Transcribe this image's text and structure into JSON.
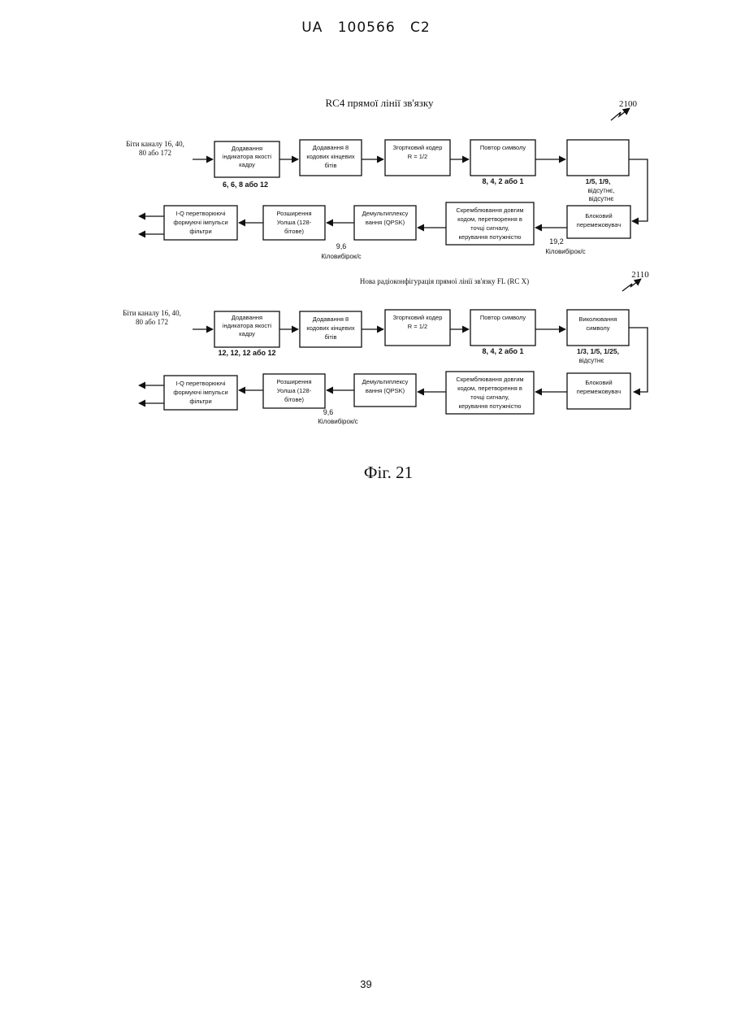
{
  "header": {
    "country": "UA",
    "number": "100566",
    "kind": "C2"
  },
  "diagram1": {
    "title": "RC4 прямої лінії зв'язку",
    "ref": "2100",
    "input_label": [
      "Біти каналу 16, 40,",
      "80 або 172"
    ],
    "blocks": {
      "b1": [
        "Додавання",
        "індикатора якості",
        "кадру"
      ],
      "b2": [
        "Додавання 8",
        "кодових кінцевих",
        "бітів"
      ],
      "b3": [
        "Згортковий кодер",
        "R = 1/2"
      ],
      "b4": [
        "Повтор символу"
      ],
      "b5": [],
      "b6": [
        "Блоковий",
        "перемежовувач"
      ],
      "b7": [
        "Скремблювання довгим",
        "кодом, перетворення в",
        "точці сигналу,",
        "керування потужністю"
      ],
      "b8": [
        "Демультиплексу",
        "вання (QPSK)"
      ],
      "b9": [
        "Розширення",
        "Уолша (128-",
        "бітове)"
      ],
      "b10": [
        "I-Q перетворюючі",
        "формуючі імпульси",
        "фільтри"
      ]
    },
    "labels": {
      "under_b1": "6, 6, 8 або 12",
      "under_b4": "8, 4, 2 або 1",
      "under_b5": [
        "1/5, 1/9,",
        "відсутнє,",
        "відсутнє"
      ],
      "rate_right": [
        "19,2",
        "Кіловибірок/с"
      ],
      "rate_left": [
        "9,6",
        "Кіловибірок/с"
      ]
    }
  },
  "diagram2": {
    "title": "Нова радіоконфігурація прямої лінії зв'язку FL (RC X)",
    "ref": "2110",
    "input_label": [
      "Біти каналу 16, 40,",
      "80 або 172"
    ],
    "blocks": {
      "b1": [
        "Додавання",
        "індикатора якості",
        "кадру"
      ],
      "b2": [
        "Додавання 8",
        "кодових кінцевих",
        "бітів"
      ],
      "b3": [
        "Згортковий кодер",
        "R = 1/2"
      ],
      "b4": [
        "Повтор символу"
      ],
      "b5": [
        "Виколювання",
        "символу"
      ],
      "b6": [
        "Блоковий",
        "перемежовувач"
      ],
      "b7": [
        "Скремблювання довгим",
        "кодом, перетворення в",
        "точці сигналу,",
        "керування потужністю"
      ],
      "b8": [
        "Демультиплексу",
        "вання (QPSK)"
      ],
      "b9": [
        "Розширення",
        "Уолша (128-",
        "бітове)"
      ],
      "b10": [
        "I-Q перетворюючі",
        "формуючі імпульси",
        "фільтри"
      ]
    },
    "labels": {
      "under_b1": "12, 12, 12 або 12",
      "under_b4": "8, 4, 2 або 1",
      "under_b5": [
        "1/3, 1/5, 1/25,",
        "відсутнє"
      ],
      "rate_left": [
        "9,6",
        "Кіловибірок/с"
      ]
    }
  },
  "caption": "Фіг. 21",
  "page_number": "39"
}
